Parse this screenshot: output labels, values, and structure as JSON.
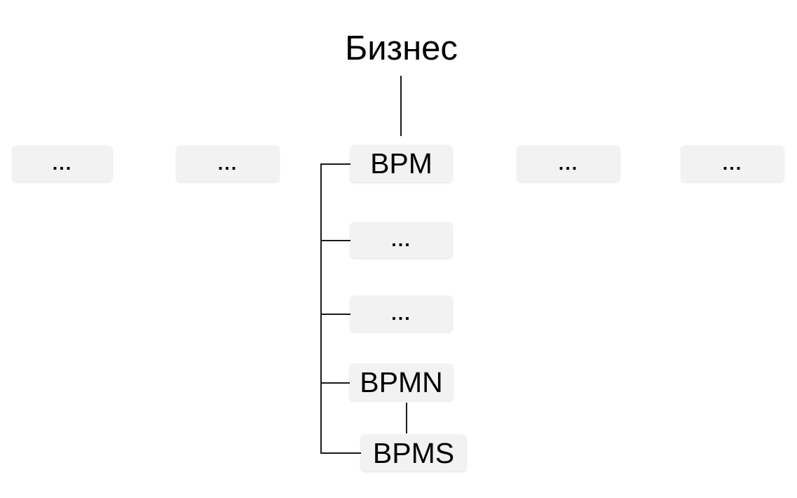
{
  "diagram": {
    "type": "tree",
    "title_node": {
      "label": "Бизнес"
    },
    "colors": {
      "node_background": "#f2f2f2",
      "text": "#000000",
      "edge": "#1a1a1a",
      "canvas_background": "#ffffff"
    },
    "peer_row": [
      {
        "label": "..."
      },
      {
        "label": "..."
      },
      {
        "label": "BPM"
      },
      {
        "label": "..."
      },
      {
        "label": "..."
      }
    ],
    "bpm_children": [
      {
        "label": "..."
      },
      {
        "label": "..."
      },
      {
        "label": "BPMN"
      }
    ],
    "bpmn_child": {
      "label": "BPMS"
    }
  }
}
